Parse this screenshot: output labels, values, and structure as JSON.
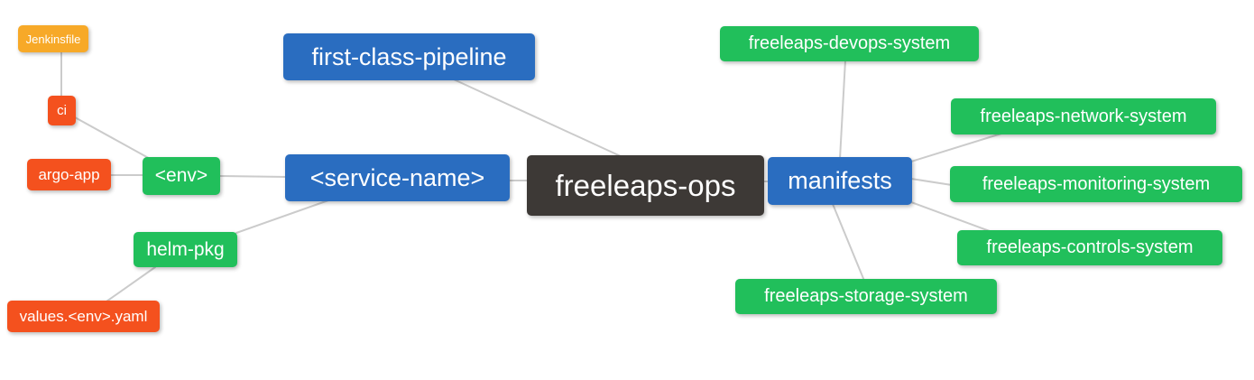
{
  "diagram": {
    "type": "mindmap",
    "root": "freeleaps-ops"
  },
  "nodes": {
    "jenkinsfile": {
      "label": "Jenkinsfile",
      "color": "#f7a928"
    },
    "ci": {
      "label": "ci",
      "color": "#f4511e"
    },
    "argo_app": {
      "label": "argo-app",
      "color": "#f4511e"
    },
    "env": {
      "label": "<env>",
      "color": "#21bf5b"
    },
    "helm_pkg": {
      "label": "helm-pkg",
      "color": "#21bf5b"
    },
    "values_yaml": {
      "label": "values.<env>.yaml",
      "color": "#f4511e"
    },
    "pipeline": {
      "label": "first-class-pipeline",
      "color": "#2a6dc0"
    },
    "service_name": {
      "label": "<service-name>",
      "color": "#2a6dc0"
    },
    "ops": {
      "label": "freeleaps-ops",
      "color": "#3d3936"
    },
    "manifests": {
      "label": "manifests",
      "color": "#2a6dc0"
    },
    "devops": {
      "label": "freeleaps-devops-system",
      "color": "#21bf5b"
    },
    "network": {
      "label": "freeleaps-network-system",
      "color": "#21bf5b"
    },
    "monitoring": {
      "label": "freeleaps-monitoring-system",
      "color": "#21bf5b"
    },
    "controls": {
      "label": "freeleaps-controls-system",
      "color": "#21bf5b"
    },
    "storage": {
      "label": "freeleaps-storage-system",
      "color": "#21bf5b"
    }
  },
  "edges": [
    {
      "from": "jenkinsfile",
      "to": "ci"
    },
    {
      "from": "ci",
      "to": "env"
    },
    {
      "from": "argo_app",
      "to": "env"
    },
    {
      "from": "env",
      "to": "service_name"
    },
    {
      "from": "helm_pkg",
      "to": "service_name"
    },
    {
      "from": "values_yaml",
      "to": "helm_pkg"
    },
    {
      "from": "pipeline",
      "to": "ops"
    },
    {
      "from": "service_name",
      "to": "ops"
    },
    {
      "from": "ops",
      "to": "manifests"
    },
    {
      "from": "manifests",
      "to": "devops"
    },
    {
      "from": "manifests",
      "to": "network"
    },
    {
      "from": "manifests",
      "to": "monitoring"
    },
    {
      "from": "manifests",
      "to": "controls"
    },
    {
      "from": "manifests",
      "to": "storage"
    }
  ],
  "colors": {
    "leaf_orange": "#f7a928",
    "leaf_red": "#f4511e",
    "leaf_green": "#21bf5b",
    "branch_blue": "#2a6dc0",
    "root_dark": "#3d3936",
    "connector_gray": "#cbcbcb",
    "background": "#ffffff",
    "node_text": "#ffffff"
  }
}
